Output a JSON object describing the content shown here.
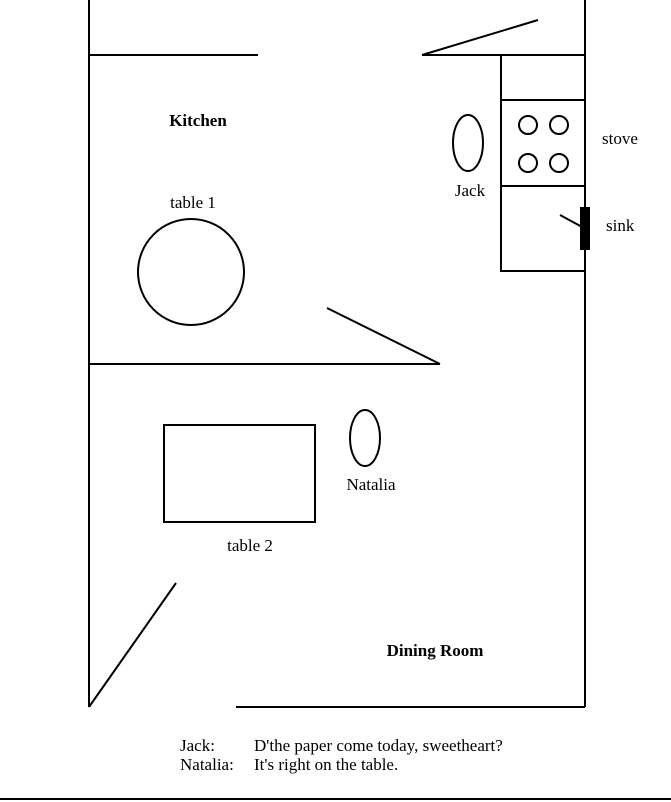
{
  "diagram": {
    "rooms": {
      "kitchen": "Kitchen",
      "dining_room": "Dining Room"
    },
    "furniture": {
      "table1": "table 1",
      "table2": "table 2",
      "stove": "stove",
      "sink": "sink"
    },
    "people": {
      "jack": "Jack",
      "natalia": "Natalia"
    }
  },
  "dialogue": [
    {
      "speaker": "Jack:",
      "line": "D'the paper come today, sweetheart?"
    },
    {
      "speaker": "Natalia:",
      "line": "It's right on the table."
    }
  ]
}
